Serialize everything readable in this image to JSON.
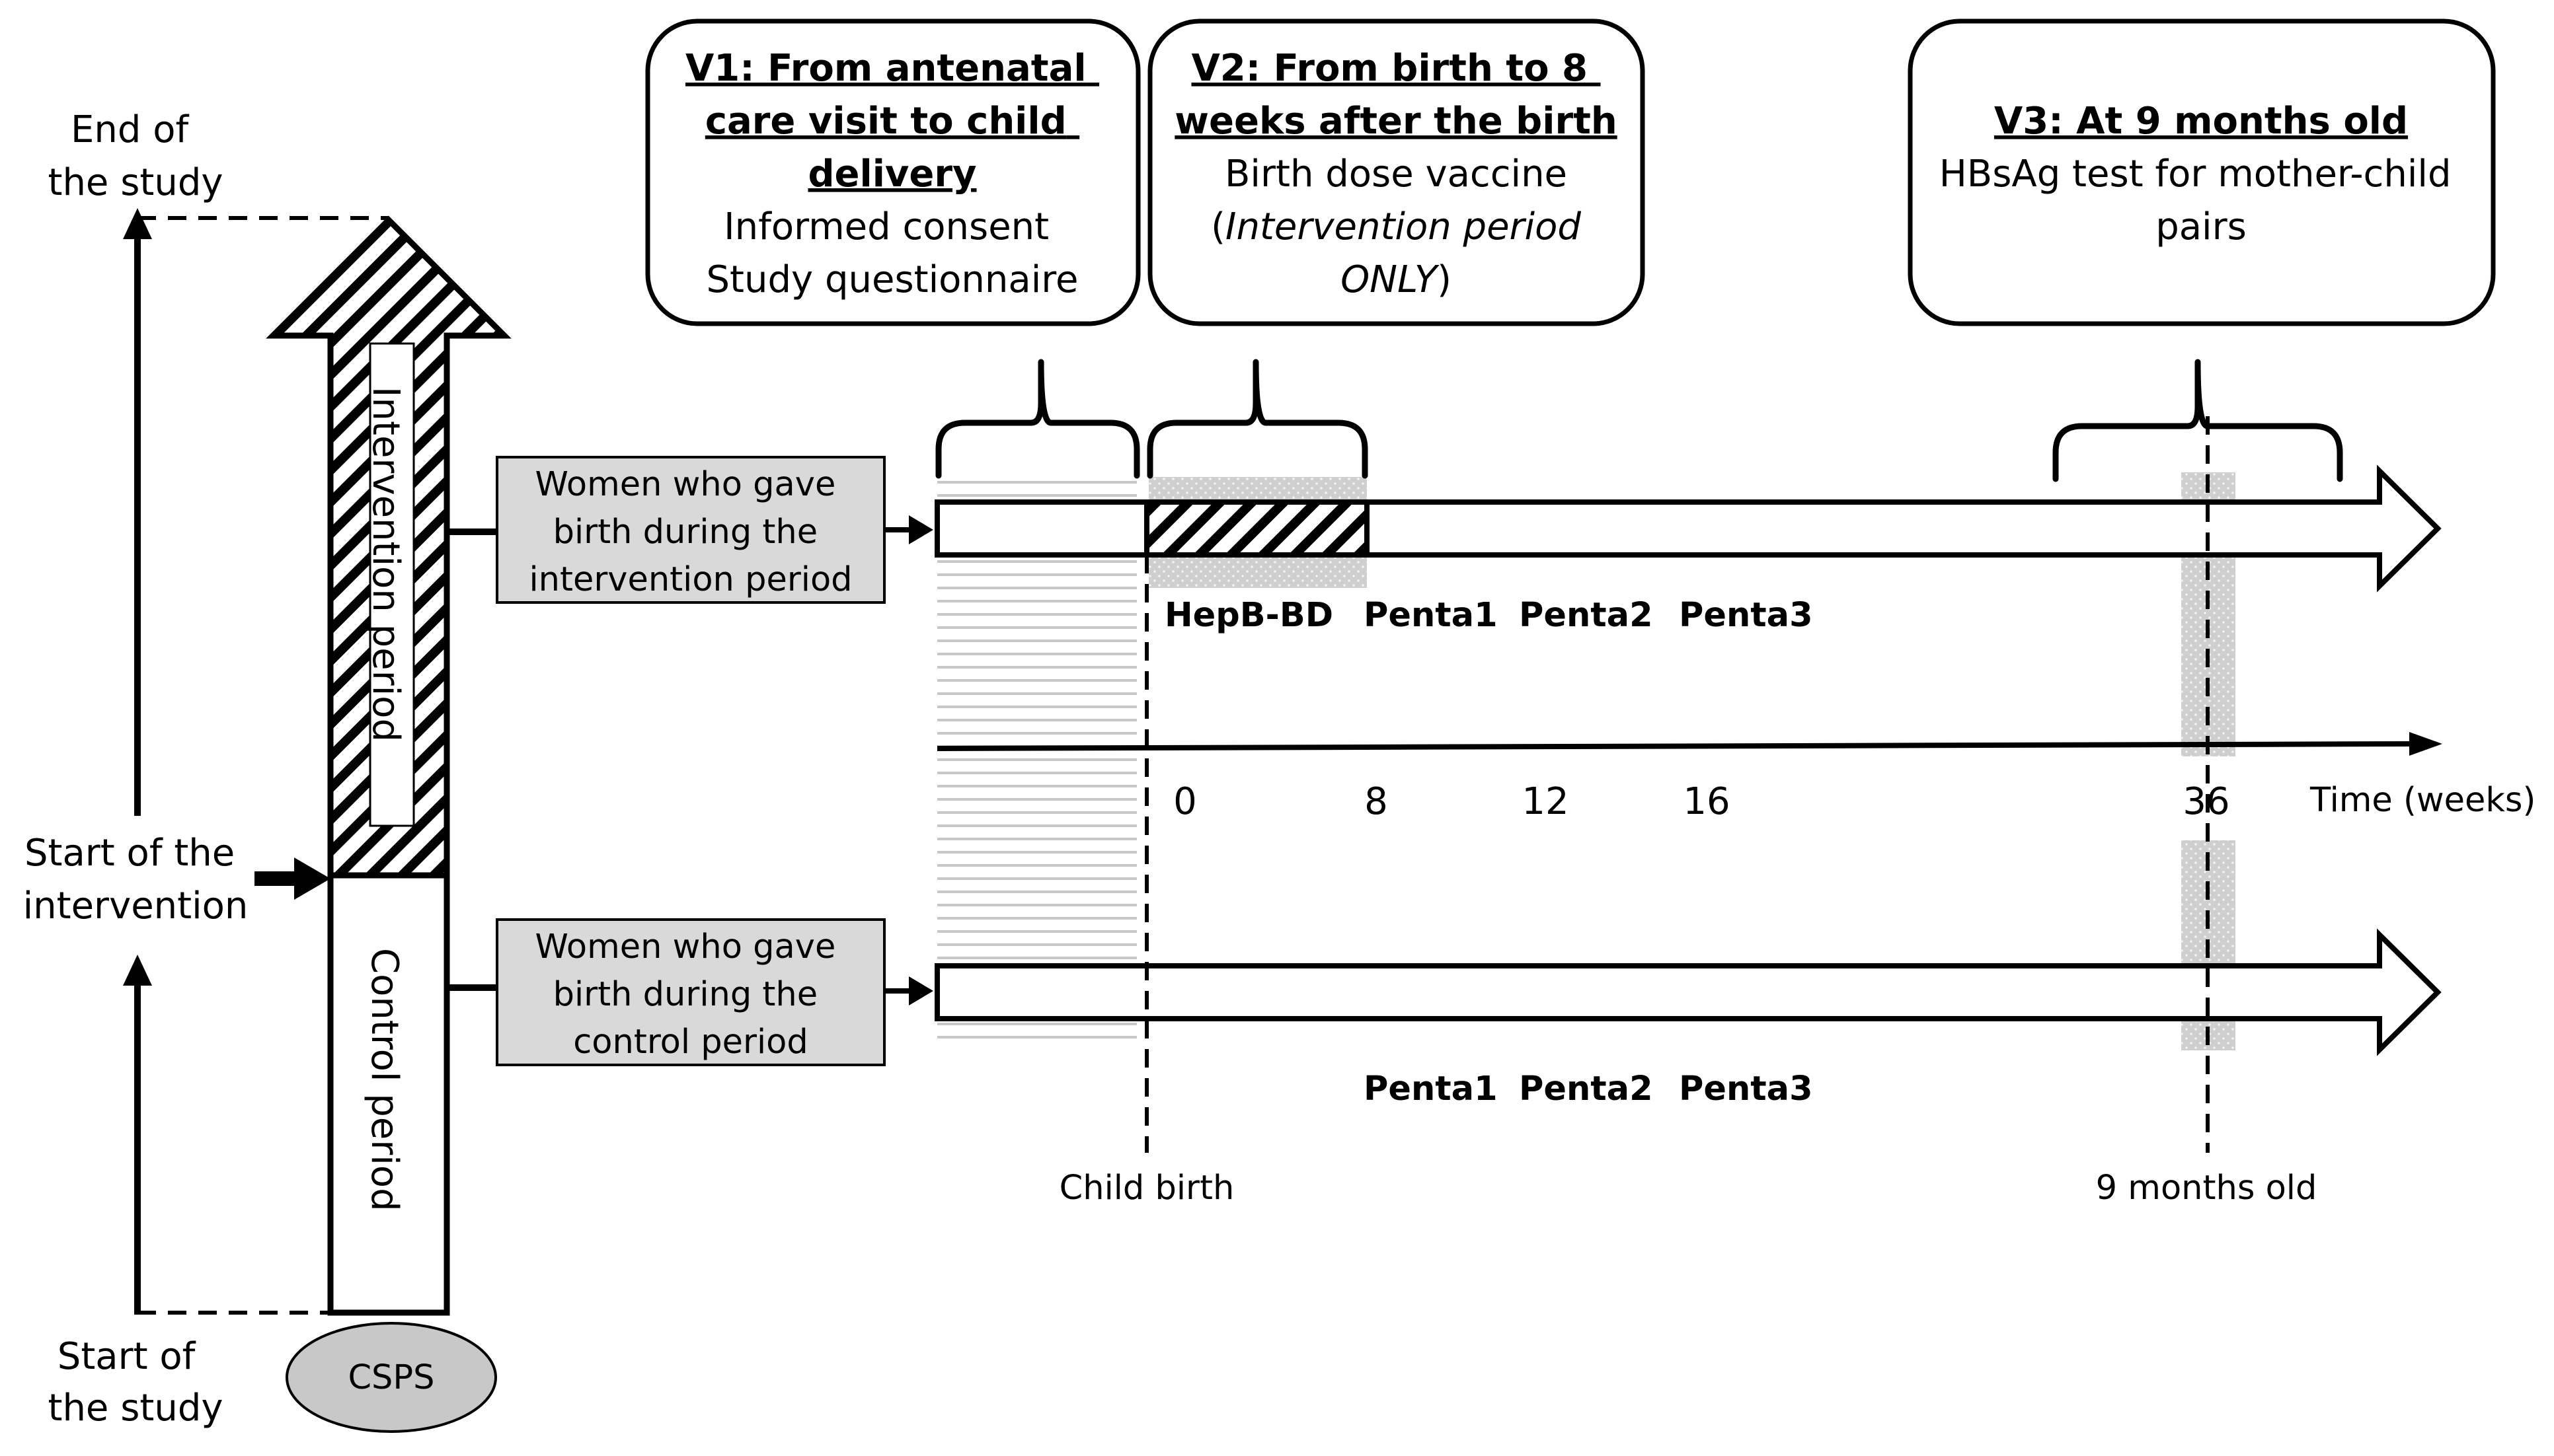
{
  "left_axis": {
    "end_of_study": [
      "End of",
      "the study"
    ],
    "start_of_intervention": [
      "Start of the",
      "intervention"
    ],
    "start_of_study": [
      "Start of",
      "the study"
    ]
  },
  "periods": {
    "intervention": "Intervention period",
    "control": "Control period",
    "site": "CSPS"
  },
  "groups": {
    "intervention": [
      "Women who gave",
      "birth during the",
      "intervention period"
    ],
    "control": [
      "Women who gave",
      "birth during the",
      "control period"
    ]
  },
  "visits": {
    "v1": {
      "title": [
        "V1: From antenatal",
        "care visit to child",
        "delivery"
      ],
      "lines": [
        "Informed consent",
        "Study questionnaire"
      ]
    },
    "v2": {
      "title": [
        "V2: From birth to 8",
        "weeks after the birth"
      ],
      "line1": "Birth dose vaccine",
      "line2_open": "(",
      "line2_italic": "Intervention period",
      "line3_italic": "ONLY",
      "line3_close": ")"
    },
    "v3": {
      "title": "V3: At 9 months old",
      "lines": [
        "HBsAg test for mother-child",
        "pairs"
      ]
    }
  },
  "vaccines": {
    "intervention": [
      "HepB-BD",
      "Penta1",
      "Penta2",
      "Penta3"
    ],
    "control": [
      "Penta1",
      "Penta2",
      "Penta3"
    ]
  },
  "timeline": {
    "ticks": [
      "0",
      "8",
      "12",
      "16",
      "36"
    ],
    "axis_label": "Time (weeks)"
  },
  "markers": {
    "child_birth": "Child birth",
    "nine_months": "9 months old"
  }
}
